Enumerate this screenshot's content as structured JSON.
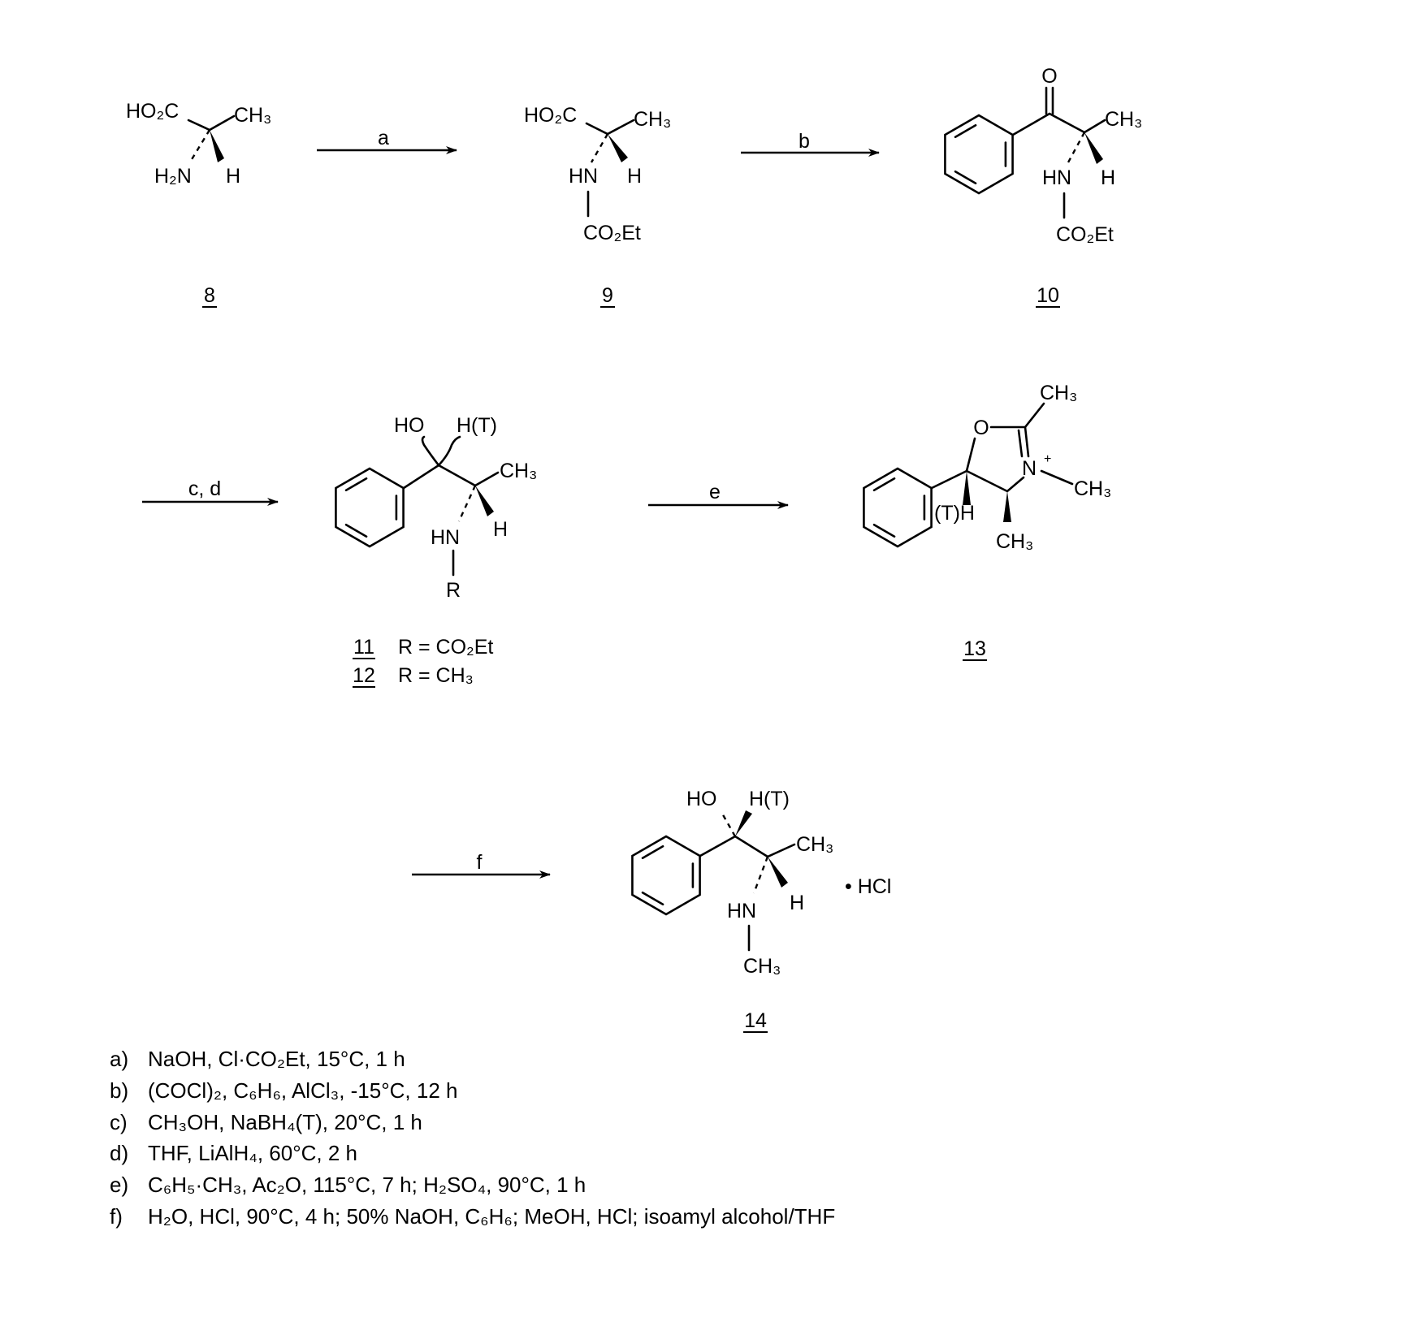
{
  "compounds": {
    "c8": {
      "number": "8",
      "atoms": {
        "carboxyl": "HO₂C",
        "methyl": "CH₃",
        "amine": "H₂N",
        "hydrogen": "H"
      }
    },
    "c9": {
      "number": "9",
      "atoms": {
        "carboxyl": "HO₂C",
        "methyl": "CH₃",
        "amine": "HN",
        "hydrogen": "H",
        "carbamate": "CO₂Et"
      }
    },
    "c10": {
      "number": "10",
      "atoms": {
        "oxygen": "O",
        "methyl": "CH₃",
        "amine": "HN",
        "hydrogen": "H",
        "carbamate": "CO₂Et"
      }
    },
    "c11_12": {
      "atoms": {
        "hydroxyl": "HO",
        "tritium": "H(T)",
        "methyl": "CH₃",
        "amine": "HN",
        "hydrogen": "H",
        "r_group": "R"
      },
      "variants": [
        {
          "number": "11",
          "definition": "R = CO₂Et"
        },
        {
          "number": "12",
          "definition": "R = CH₃"
        }
      ]
    },
    "c13": {
      "number": "13",
      "atoms": {
        "oxygen": "O",
        "methyl_top": "CH₃",
        "nitrogen": "N",
        "charge": "+",
        "methyl_n": "CH₃",
        "tritium": "(T)H",
        "methyl_bottom": "CH₃"
      }
    },
    "c14": {
      "number": "14",
      "atoms": {
        "hydroxyl": "HO",
        "tritium": "H(T)",
        "methyl": "CH₃",
        "amine": "HN",
        "hydrogen": "H",
        "n_methyl": "CH₃"
      },
      "salt": "• HCl"
    }
  },
  "arrows": [
    {
      "label": "a"
    },
    {
      "label": "b"
    },
    {
      "label": "c, d"
    },
    {
      "label": "e"
    },
    {
      "label": "f"
    }
  ],
  "conditions": [
    {
      "key": "a)",
      "text": "NaOH, Cl·CO₂Et, 15°C, 1 h"
    },
    {
      "key": "b)",
      "text": "(COCl)₂, C₆H₆, AlCl₃, -15°C, 12 h"
    },
    {
      "key": "c)",
      "text": "CH₃OH, NaBH₄(T), 20°C, 1 h"
    },
    {
      "key": "d)",
      "text": "THF, LiAlH₄, 60°C, 2 h"
    },
    {
      "key": "e)",
      "text": "C₆H₅·CH₃, Ac₂O, 115°C, 7 h; H₂SO₄, 90°C, 1 h"
    },
    {
      "key": "f)",
      "text": "H₂O, HCl, 90°C, 4 h; 50% NaOH, C₆H₆; MeOH, HCl; isoamyl alcohol/THF"
    }
  ]
}
